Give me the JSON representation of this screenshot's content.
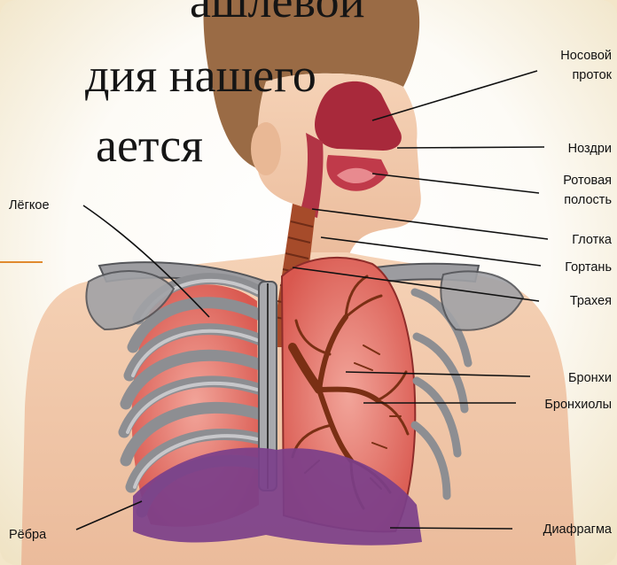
{
  "slide": {
    "text_lines": [
      "ашлевой",
      "дия нашего",
      "ается"
    ],
    "accent_color": "#e08a2e",
    "background_color": "#f3e6c9"
  },
  "diagram": {
    "labels": {
      "nasal_passage": [
        "Носовой",
        "проток"
      ],
      "nostrils": "Ноздри",
      "oral_cavity": [
        "Ротовая",
        "полость"
      ],
      "pharynx": "Глотка",
      "larynx": "Гортань",
      "trachea": "Трахея",
      "bronchi": "Бронхи",
      "bronchioles": "Бронхиолы",
      "diaphragm": "Диафрагма",
      "lung": "Лёгкое",
      "ribs": "Рёбра"
    }
  }
}
